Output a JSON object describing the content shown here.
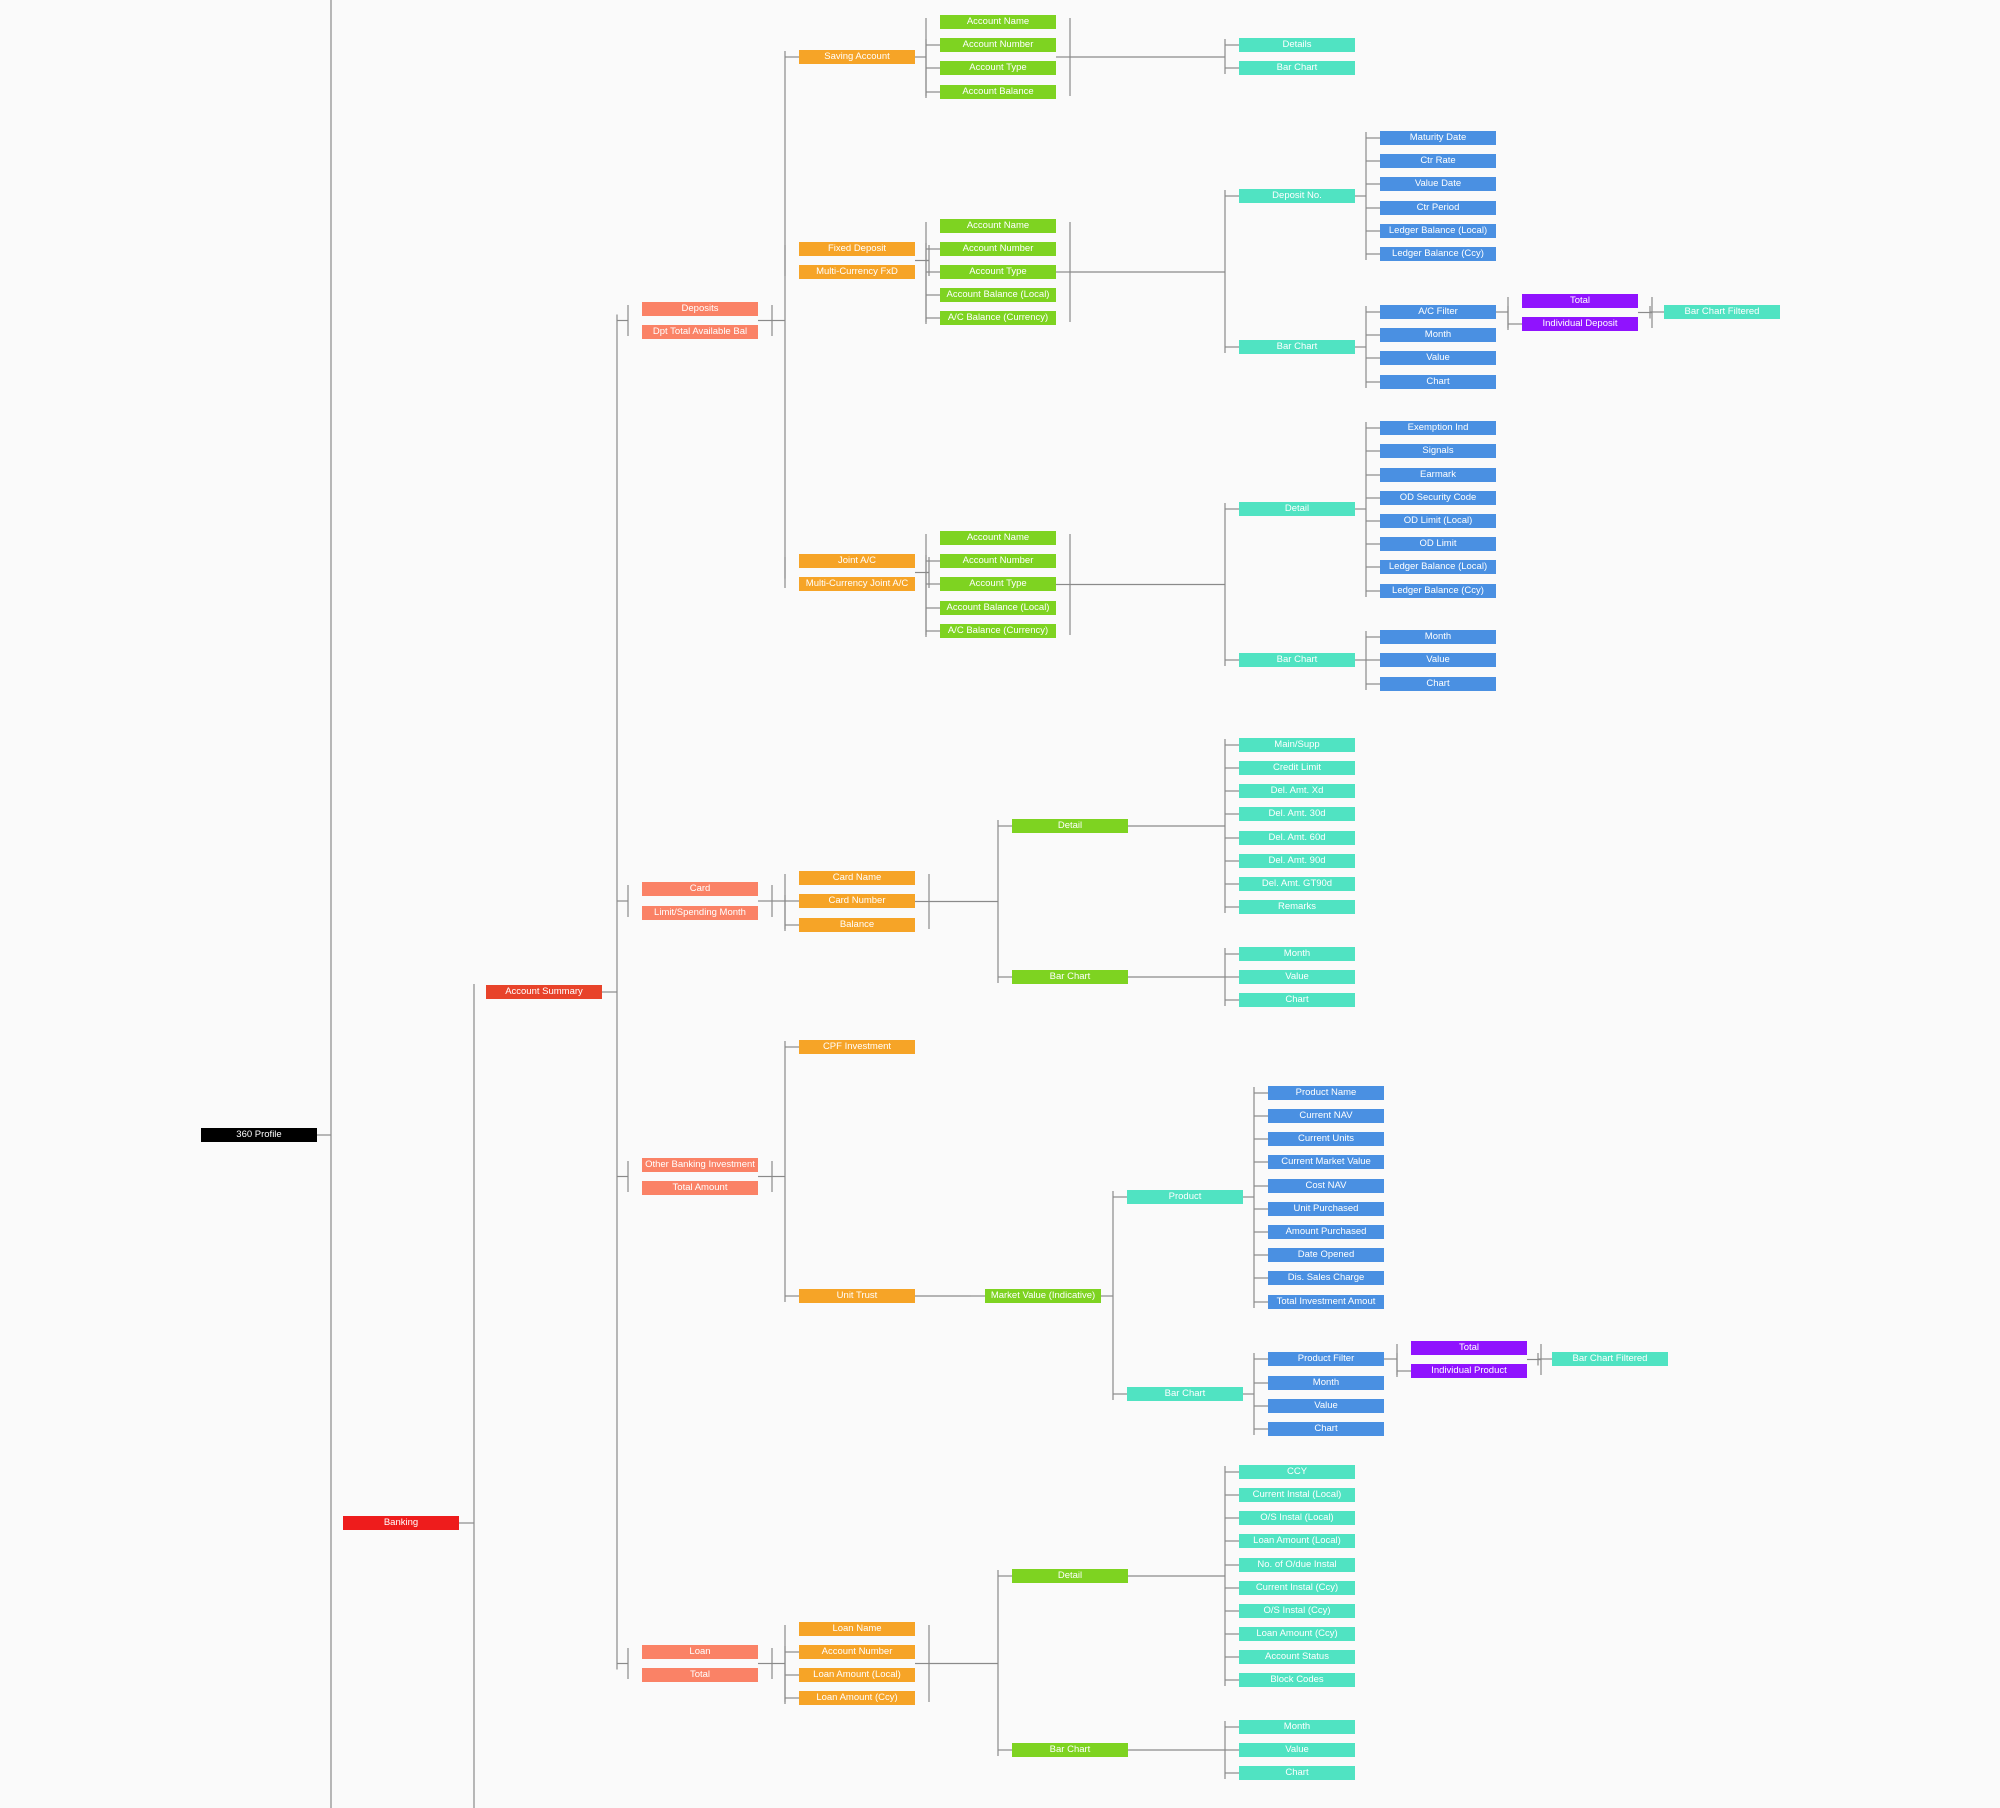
{
  "colors": {
    "root": "#000000",
    "banking": "#ee1c1c",
    "summary": "#e8432a",
    "category": "#fa8266",
    "product": "#f6a427",
    "field": "#7ed321",
    "view": "#50e3c2",
    "attribute": "#4a90e2",
    "filter": "#9013fe",
    "line": "#8a8a8a"
  },
  "nodes": [
    {
      "id": "root",
      "label": "360 Profile",
      "color": "root"
    },
    {
      "id": "banking",
      "label": "Banking",
      "color": "banking"
    },
    {
      "id": "summary",
      "label": "Account Summary",
      "color": "summary"
    },
    {
      "id": "dep",
      "label": "Deposits",
      "color": "category"
    },
    {
      "id": "dep_bal",
      "label": "Dpt Total Available Bal",
      "color": "category"
    },
    {
      "id": "saving",
      "label": "Saving Account",
      "color": "product"
    },
    {
      "id": "sv_name",
      "label": "Account Name",
      "color": "field"
    },
    {
      "id": "sv_num",
      "label": "Account Number",
      "color": "field"
    },
    {
      "id": "sv_type",
      "label": "Account Type",
      "color": "field"
    },
    {
      "id": "sv_bal",
      "label": "Account Balance",
      "color": "field"
    },
    {
      "id": "sv_details",
      "label": "Details",
      "color": "view"
    },
    {
      "id": "sv_chart",
      "label": "Bar Chart",
      "color": "view"
    },
    {
      "id": "fd",
      "label": "Fixed Deposit",
      "color": "product"
    },
    {
      "id": "mcfd",
      "label": "Multi-Currency FxD",
      "color": "product"
    },
    {
      "id": "fd_name",
      "label": "Account Name",
      "color": "field"
    },
    {
      "id": "fd_num",
      "label": "Account Number",
      "color": "field"
    },
    {
      "id": "fd_type",
      "label": "Account Type",
      "color": "field"
    },
    {
      "id": "fd_bal_l",
      "label": "Account Balance (Local)",
      "color": "field"
    },
    {
      "id": "fd_bal_c",
      "label": "A/C Balance (Currency)",
      "color": "field"
    },
    {
      "id": "fd_depno",
      "label": "Deposit No.",
      "color": "view"
    },
    {
      "id": "fd_matur",
      "label": "Maturity Date",
      "color": "attribute"
    },
    {
      "id": "fd_ctrrate",
      "label": "Ctr Rate",
      "color": "attribute"
    },
    {
      "id": "fd_valdate",
      "label": "Value Date",
      "color": "attribute"
    },
    {
      "id": "fd_ctrper",
      "label": "Ctr Period",
      "color": "attribute"
    },
    {
      "id": "fd_lbl",
      "label": "Ledger Balance (Local)",
      "color": "attribute"
    },
    {
      "id": "fd_lbc",
      "label": "Ledger Balance (Ccy)",
      "color": "attribute"
    },
    {
      "id": "fd_chart",
      "label": "Bar Chart",
      "color": "view"
    },
    {
      "id": "fd_acf",
      "label": "A/C Filter",
      "color": "attribute"
    },
    {
      "id": "fd_month",
      "label": "Month",
      "color": "attribute"
    },
    {
      "id": "fd_value",
      "label": "Value",
      "color": "attribute"
    },
    {
      "id": "fd_ch",
      "label": "Chart",
      "color": "attribute"
    },
    {
      "id": "fd_total",
      "label": "Total",
      "color": "filter"
    },
    {
      "id": "fd_indiv",
      "label": "Individual Deposit",
      "color": "filter"
    },
    {
      "id": "fd_bcf",
      "label": "Bar Chart Filtered",
      "color": "view"
    },
    {
      "id": "joint",
      "label": "Joint A/C",
      "color": "product"
    },
    {
      "id": "mcjoint",
      "label": "Multi-Currency Joint A/C",
      "color": "product"
    },
    {
      "id": "j_name",
      "label": "Account Name",
      "color": "field"
    },
    {
      "id": "j_num",
      "label": "Account Number",
      "color": "field"
    },
    {
      "id": "j_type",
      "label": "Account Type",
      "color": "field"
    },
    {
      "id": "j_bal_l",
      "label": "Account Balance (Local)",
      "color": "field"
    },
    {
      "id": "j_bal_c",
      "label": "A/C Balance (Currency)",
      "color": "field"
    },
    {
      "id": "j_detail",
      "label": "Detail",
      "color": "view"
    },
    {
      "id": "j_exempt",
      "label": "Exemption Ind",
      "color": "attribute"
    },
    {
      "id": "j_signals",
      "label": "Signals",
      "color": "attribute"
    },
    {
      "id": "j_earmark",
      "label": "Earmark",
      "color": "attribute"
    },
    {
      "id": "j_odsec",
      "label": "OD Security Code",
      "color": "attribute"
    },
    {
      "id": "j_odlim_l",
      "label": "OD Limit (Local)",
      "color": "attribute"
    },
    {
      "id": "j_odlim",
      "label": "OD Limit",
      "color": "attribute"
    },
    {
      "id": "j_lbl",
      "label": "Ledger Balance (Local)",
      "color": "attribute"
    },
    {
      "id": "j_lbc",
      "label": "Ledger Balance (Ccy)",
      "color": "attribute"
    },
    {
      "id": "j_chart",
      "label": "Bar Chart",
      "color": "view"
    },
    {
      "id": "j_month",
      "label": "Month",
      "color": "attribute"
    },
    {
      "id": "j_value",
      "label": "Value",
      "color": "attribute"
    },
    {
      "id": "j_ch",
      "label": "Chart",
      "color": "attribute"
    },
    {
      "id": "card",
      "label": "Card",
      "color": "category"
    },
    {
      "id": "card_lim",
      "label": "Limit/Spending Month",
      "color": "category"
    },
    {
      "id": "c_name",
      "label": "Card Name",
      "color": "product"
    },
    {
      "id": "c_num",
      "label": "Card Number",
      "color": "product"
    },
    {
      "id": "c_bal",
      "label": "Balance",
      "color": "product"
    },
    {
      "id": "c_detail",
      "label": "Detail",
      "color": "field"
    },
    {
      "id": "c_main",
      "label": "Main/Supp",
      "color": "view"
    },
    {
      "id": "c_credit",
      "label": "Credit Limit",
      "color": "view"
    },
    {
      "id": "c_delxd",
      "label": "Del. Amt. Xd",
      "color": "view"
    },
    {
      "id": "c_del30",
      "label": "Del. Amt. 30d",
      "color": "view"
    },
    {
      "id": "c_del60",
      "label": "Del. Amt. 60d",
      "color": "view"
    },
    {
      "id": "c_del90",
      "label": "Del. Amt. 90d",
      "color": "view"
    },
    {
      "id": "c_delgt",
      "label": "Del. Amt. GT90d",
      "color": "view"
    },
    {
      "id": "c_remarks",
      "label": "Remarks",
      "color": "view"
    },
    {
      "id": "c_chart",
      "label": "Bar Chart",
      "color": "field"
    },
    {
      "id": "c_month",
      "label": "Month",
      "color": "view"
    },
    {
      "id": "c_value",
      "label": "Value",
      "color": "view"
    },
    {
      "id": "c_ch",
      "label": "Chart",
      "color": "view"
    },
    {
      "id": "obi",
      "label": "Other Banking Investment",
      "color": "category"
    },
    {
      "id": "obi_total",
      "label": "Total Amount",
      "color": "category"
    },
    {
      "id": "cpf",
      "label": "CPF Investment",
      "color": "product"
    },
    {
      "id": "ut",
      "label": "Unit Trust",
      "color": "product"
    },
    {
      "id": "ut_mv",
      "label": "Market Value (Indicative)",
      "color": "field"
    },
    {
      "id": "ut_product",
      "label": "Product",
      "color": "view"
    },
    {
      "id": "ut_pname",
      "label": "Product Name",
      "color": "attribute"
    },
    {
      "id": "ut_cnav",
      "label": "Current NAV",
      "color": "attribute"
    },
    {
      "id": "ut_cunits",
      "label": "Current Units",
      "color": "attribute"
    },
    {
      "id": "ut_cmv",
      "label": "Current Market Value",
      "color": "attribute"
    },
    {
      "id": "ut_costnav",
      "label": "Cost NAV",
      "color": "attribute"
    },
    {
      "id": "ut_unitp",
      "label": "Unit Purchased",
      "color": "attribute"
    },
    {
      "id": "ut_amtp",
      "label": "Amount Purchased",
      "color": "attribute"
    },
    {
      "id": "ut_dopen",
      "label": "Date Opened",
      "color": "attribute"
    },
    {
      "id": "ut_dis",
      "label": "Dis. Sales Charge",
      "color": "attribute"
    },
    {
      "id": "ut_tia",
      "label": "Total Investment Amout",
      "color": "attribute"
    },
    {
      "id": "ut_chart",
      "label": "Bar Chart",
      "color": "view"
    },
    {
      "id": "ut_pfilter",
      "label": "Product Filter",
      "color": "attribute"
    },
    {
      "id": "ut_month",
      "label": "Month",
      "color": "attribute"
    },
    {
      "id": "ut_value",
      "label": "Value",
      "color": "attribute"
    },
    {
      "id": "ut_ch",
      "label": "Chart",
      "color": "attribute"
    },
    {
      "id": "ut_total",
      "label": "Total",
      "color": "filter"
    },
    {
      "id": "ut_indiv",
      "label": "Individual Product",
      "color": "filter"
    },
    {
      "id": "ut_bcf",
      "label": "Bar Chart Filtered",
      "color": "view"
    },
    {
      "id": "loan",
      "label": "Loan",
      "color": "category"
    },
    {
      "id": "loan_total",
      "label": "Total",
      "color": "category"
    },
    {
      "id": "l_name",
      "label": "Loan Name",
      "color": "product"
    },
    {
      "id": "l_num",
      "label": "Account Number",
      "color": "product"
    },
    {
      "id": "l_amt_l",
      "label": "Loan Amount (Local)",
      "color": "product"
    },
    {
      "id": "l_amt_c",
      "label": "Loan Amount (Ccy)",
      "color": "product"
    },
    {
      "id": "l_detail",
      "label": "Detail",
      "color": "field"
    },
    {
      "id": "l_ccy",
      "label": "CCY",
      "color": "view"
    },
    {
      "id": "l_cinst_l",
      "label": "Current Instal (Local)",
      "color": "view"
    },
    {
      "id": "l_os_l",
      "label": "O/S Instal (Local)",
      "color": "view"
    },
    {
      "id": "l_lamt_l",
      "label": "Loan Amount (Local)",
      "color": "view"
    },
    {
      "id": "l_nod",
      "label": "No. of O/due Instal",
      "color": "view"
    },
    {
      "id": "l_cinst_c",
      "label": "Current Instal (Ccy)",
      "color": "view"
    },
    {
      "id": "l_os_c",
      "label": "O/S Instal (Ccy)",
      "color": "view"
    },
    {
      "id": "l_lamt_c",
      "label": "Loan Amount (Ccy)",
      "color": "view"
    },
    {
      "id": "l_status",
      "label": "Account Status",
      "color": "view"
    },
    {
      "id": "l_block",
      "label": "Block Codes",
      "color": "view"
    },
    {
      "id": "l_chart",
      "label": "Bar Chart",
      "color": "field"
    },
    {
      "id": "l_month",
      "label": "Month",
      "color": "view"
    },
    {
      "id": "l_value",
      "label": "Value",
      "color": "view"
    },
    {
      "id": "l_ch",
      "label": "Chart",
      "color": "view"
    }
  ],
  "links": [
    [
      "root",
      "banking"
    ],
    [
      "banking",
      "summary"
    ],
    [
      "summary",
      "dep"
    ],
    [
      "summary",
      "card"
    ],
    [
      "summary",
      "obi"
    ],
    [
      "summary",
      "loan"
    ],
    [
      "dep",
      "saving"
    ],
    [
      "dep",
      "fd"
    ],
    [
      "dep",
      "joint"
    ],
    [
      "saving",
      "sv_name"
    ],
    [
      "sv_name",
      "sv_details"
    ],
    [
      "sv_name",
      "sv_chart"
    ],
    [
      "fd",
      "fd_name"
    ],
    [
      "fd_name",
      "fd_depno"
    ],
    [
      "fd_name",
      "fd_chart"
    ],
    [
      "fd_depno",
      "fd_matur"
    ],
    [
      "fd_chart",
      "fd_acf"
    ],
    [
      "fd_acf",
      "fd_total"
    ],
    [
      "fd_total",
      "fd_bcf"
    ],
    [
      "joint",
      "j_name"
    ],
    [
      "j_name",
      "j_detail"
    ],
    [
      "j_name",
      "j_chart"
    ],
    [
      "j_detail",
      "j_exempt"
    ],
    [
      "j_chart",
      "j_month"
    ],
    [
      "card",
      "c_name"
    ],
    [
      "c_name",
      "c_detail"
    ],
    [
      "c_name",
      "c_chart"
    ],
    [
      "c_detail",
      "c_main"
    ],
    [
      "c_chart",
      "c_month"
    ],
    [
      "obi",
      "cpf"
    ],
    [
      "obi",
      "ut"
    ],
    [
      "ut",
      "ut_mv"
    ],
    [
      "ut_mv",
      "ut_product"
    ],
    [
      "ut_mv",
      "ut_chart"
    ],
    [
      "ut_product",
      "ut_pname"
    ],
    [
      "ut_chart",
      "ut_pfilter"
    ],
    [
      "ut_pfilter",
      "ut_total"
    ],
    [
      "ut_total",
      "ut_bcf"
    ],
    [
      "loan",
      "l_name"
    ],
    [
      "l_name",
      "l_detail"
    ],
    [
      "l_name",
      "l_chart"
    ],
    [
      "l_detail",
      "l_ccy"
    ],
    [
      "l_chart",
      "l_month"
    ]
  ]
}
